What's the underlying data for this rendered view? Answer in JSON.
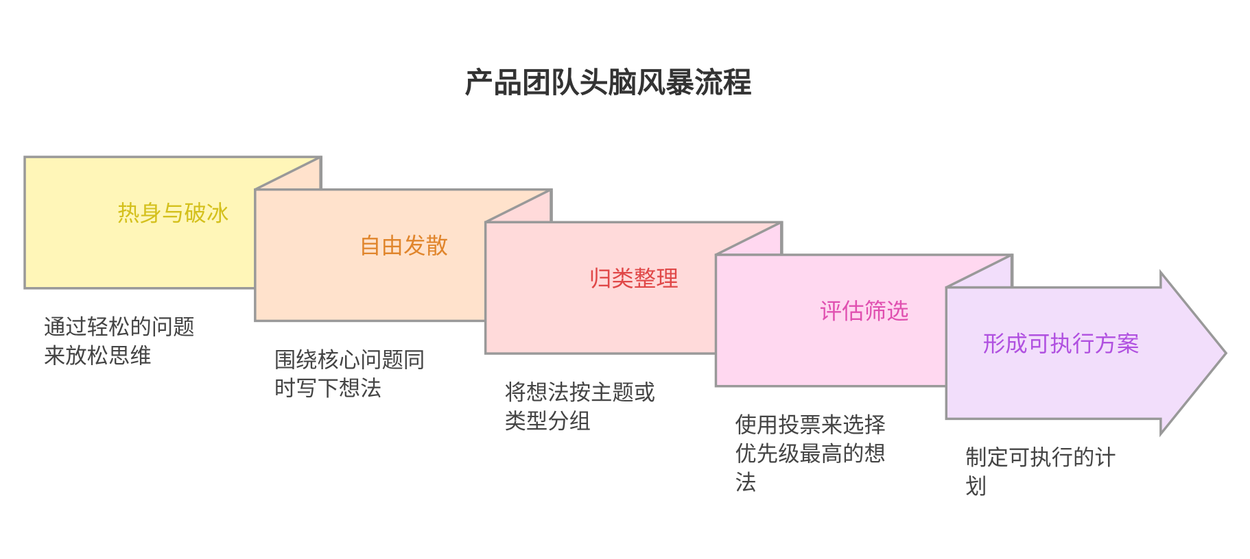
{
  "title": "产品团队头脑风暴流程",
  "steps": [
    {
      "label": "热身与破冰",
      "desc": [
        "通过轻松的问题",
        "来放松思维"
      ],
      "fill": "#fff6b8",
      "color": "#d4c01c"
    },
    {
      "label": "自由发散",
      "desc": [
        "围绕核心问题同",
        "时写下想法"
      ],
      "fill": "#ffe2cc",
      "color": "#e0852c"
    },
    {
      "label": "归类整理",
      "desc": [
        "将想法按主题或",
        "类型分组"
      ],
      "fill": "#ffdada",
      "color": "#e04848"
    },
    {
      "label": "评估筛选",
      "desc": [
        "使用投票来选择",
        "优先级最高的想",
        "法"
      ],
      "fill": "#ffd8f0",
      "color": "#e050b0"
    },
    {
      "label": "形成可执行方案",
      "desc": [
        "制定可执行的计",
        "划"
      ],
      "fill": "#f2defb",
      "color": "#b050e0"
    }
  ]
}
